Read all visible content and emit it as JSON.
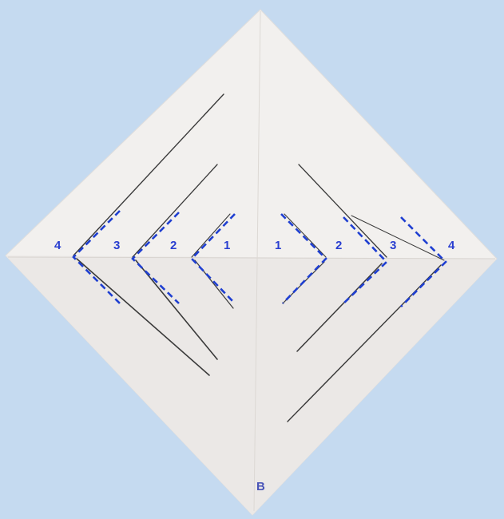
{
  "colors": {
    "background": "#c5daf0",
    "paper": "#f2f0ee",
    "paper_shadow": "#d9d6d4",
    "slit": "#3a3a3a",
    "cut_line": "#1f3fd1",
    "label": "#2a3fd0",
    "bottom_label": "#4a55b8"
  },
  "labels": {
    "left": [
      "4",
      "3",
      "2",
      "1"
    ],
    "right": [
      "1",
      "2",
      "3",
      "4"
    ],
    "bottom": "B"
  }
}
